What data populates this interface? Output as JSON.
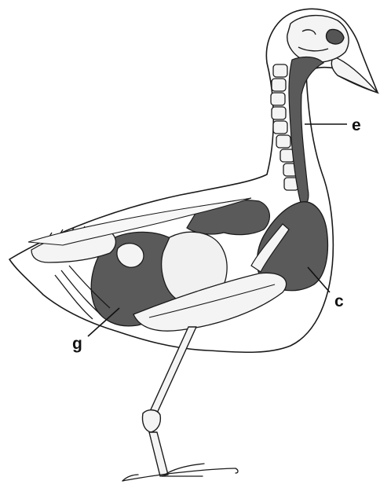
{
  "diagram": {
    "labels": {
      "e": "e",
      "c": "c",
      "g": "g"
    },
    "colors": {
      "outline": "#1a1a1a",
      "sac_fill": "#5a5a5a",
      "bone_fill": "#f4f4f4",
      "background": "#ffffff"
    }
  }
}
